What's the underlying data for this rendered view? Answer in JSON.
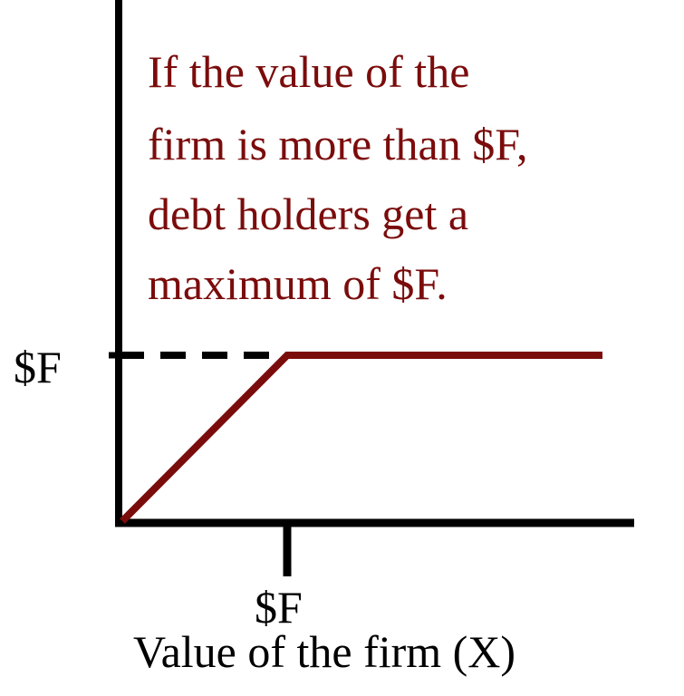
{
  "annotation": {
    "lines": [
      "If the value of the",
      "firm is more than $F,",
      "debt holders get a",
      "maximum of $F."
    ]
  },
  "y_tick_label": "$F",
  "x_tick_label": "$F",
  "x_axis_label": "Value of the firm (X)",
  "colors": {
    "payoff_line": "#7b0c0c",
    "annotation_text": "#7b0c0c",
    "axes": "#000000"
  },
  "chart_data": {
    "type": "line",
    "title": "",
    "xlabel": "Value of the firm (X)",
    "ylabel": "",
    "x_ticks": [
      "$F"
    ],
    "y_ticks": [
      "$F"
    ],
    "series": [
      {
        "points": [
          [
            0,
            0
          ],
          [
            1,
            1
          ],
          [
            2,
            1
          ]
        ]
      }
    ],
    "reference_lines": [
      "dashed horizontal line at $F from the y-axis to the kink"
    ]
  }
}
